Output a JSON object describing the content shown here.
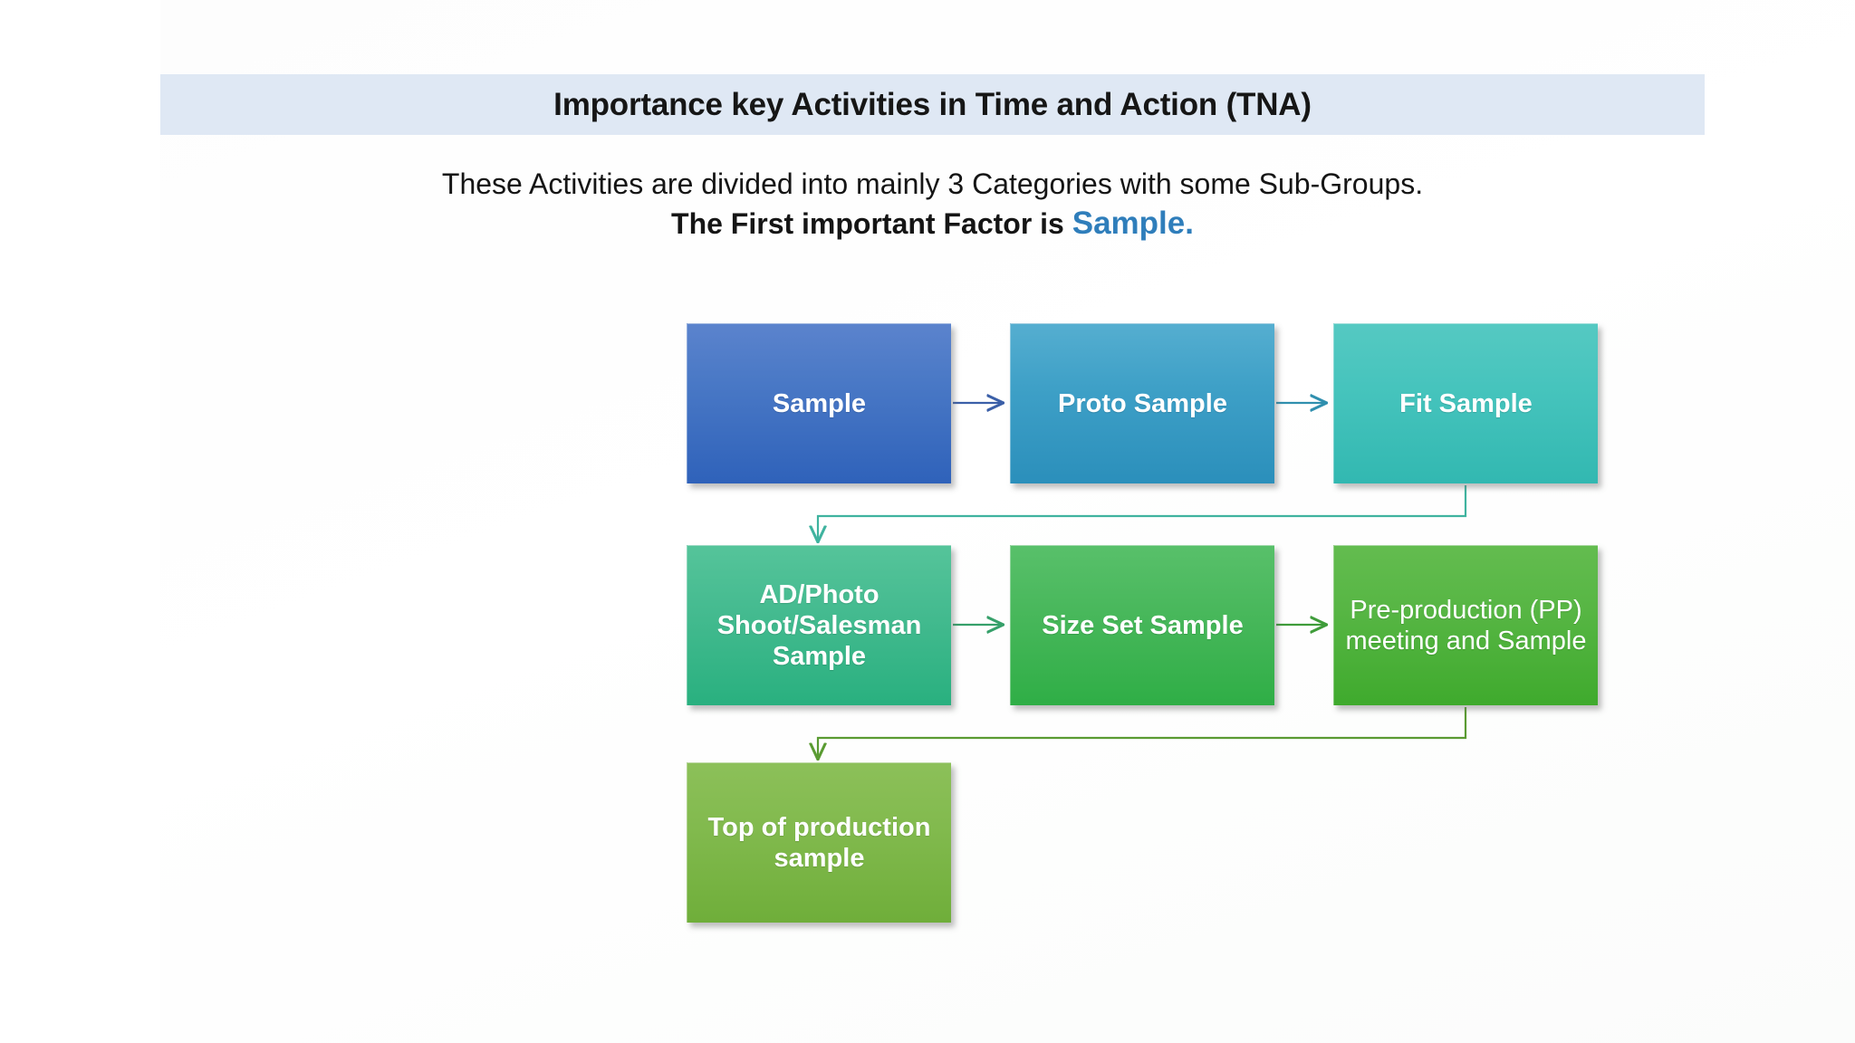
{
  "slide": {
    "title": "Importance key Activities in Time and Action (TNA)",
    "subtitle_line_1": "These Activities are divided into mainly 3 Categories with some Sub-Groups.",
    "subtitle_line_2_prefix": "The First important Factor is ",
    "subtitle_line_2_accent": "Sample.",
    "accent_color": "#2f7ebb",
    "banner_color": "#dfe8f4"
  },
  "diagram": {
    "type": "flowchart",
    "rows": [
      {
        "nodes": [
          {
            "id": "sample",
            "label": "Sample",
            "color": "#4a79c6",
            "bold": true
          },
          {
            "id": "proto",
            "label": "Proto Sample",
            "color": "#3ea0c7",
            "bold": true
          },
          {
            "id": "fit",
            "label": "Fit Sample",
            "color": "#46c4bd",
            "bold": true
          }
        ]
      },
      {
        "nodes": [
          {
            "id": "adphoto",
            "label": "AD/Photo Shoot/Salesman Sample",
            "color": "#45bb90",
            "bold": true
          },
          {
            "id": "sizeset",
            "label": "Size Set Sample",
            "color": "#49b85c",
            "bold": true
          },
          {
            "id": "pp",
            "label": "Pre-production (PP) meeting and Sample",
            "color": "#57b644",
            "bold": false
          }
        ]
      },
      {
        "nodes": [
          {
            "id": "topprod",
            "label": "Top of production sample",
            "color": "#82ba4e",
            "bold": true
          }
        ]
      }
    ],
    "connectors": [
      {
        "id": "sample-to-proto",
        "from": "sample",
        "to": "proto",
        "kind": "straight-right",
        "color": "#3b5fa8"
      },
      {
        "id": "proto-to-fit",
        "from": "proto",
        "to": "fit",
        "kind": "straight-right",
        "color": "#2f8fae"
      },
      {
        "id": "fit-to-adphoto",
        "from": "fit",
        "to": "adphoto",
        "kind": "elbow-down-left",
        "color": "#3fb39f"
      },
      {
        "id": "adphoto-to-sizeset",
        "from": "adphoto",
        "to": "sizeset",
        "kind": "straight-right",
        "color": "#36a06a"
      },
      {
        "id": "sizeset-to-pp",
        "from": "sizeset",
        "to": "pp",
        "kind": "straight-right",
        "color": "#3f9c3a"
      },
      {
        "id": "pp-to-topprod",
        "from": "pp",
        "to": "topprod",
        "kind": "elbow-down-left",
        "color": "#5a9b32"
      }
    ]
  }
}
